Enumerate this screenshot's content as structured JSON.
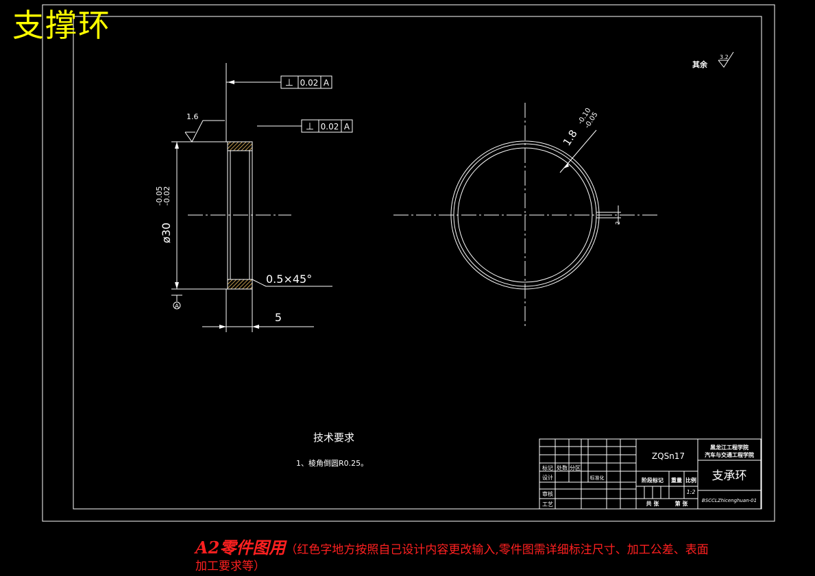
{
  "overlay": {
    "title": "支撑环"
  },
  "bottom_note": {
    "prefix": "A2零件图用",
    "text": "（红色字地方按照自己设计内容更改输入,零件图需详细标注尺寸、加工公差、表面加工要求等）"
  },
  "colors": {
    "background": "#000000",
    "line": "#ffffff",
    "title_overlay": "#ffff00",
    "note": "#ff2020",
    "hatch": "#ffcc66"
  },
  "drawing": {
    "tolerance_frame_1": {
      "symbol": "⊥",
      "value": "0.02",
      "datum": "A"
    },
    "tolerance_frame_2": {
      "symbol": "⊥",
      "value": "0.02",
      "datum": "A"
    },
    "roughness_left": "1.6",
    "diameter_dim": "ø30",
    "diameter_upper_tol": "-0.05",
    "diameter_lower_tol": "-0.02",
    "chamfer": "0.5×45°",
    "width_dim": "5",
    "datum_label": "A",
    "ring_thickness_dim": "1.8",
    "ring_thickness_tol_upper": "-0.10",
    "ring_thickness_tol_lower": "-0.05",
    "gap_dim": "2",
    "rest_surface_label": "其余",
    "rest_roughness": "3.2"
  },
  "tech_requirements": {
    "heading": "技术要求",
    "items": [
      "1、棱角倒圆R0.25。"
    ]
  },
  "title_block": {
    "material": "ZQSn17",
    "school_line1": "黑龙江工程学院",
    "school_line2": "汽车与交通工程学院",
    "part_name": "支承环",
    "drawing_no": "BSCCLZhicenghuan-01",
    "labels": {
      "revision": "标记",
      "count": "处数",
      "zone": "分区",
      "design": "设计",
      "standardize": "标准化",
      "review": "审核",
      "process": "工艺",
      "stage_mark": "阶段标记",
      "weight": "重量",
      "scale": "比例",
      "sheets_total": "共 张",
      "sheet_no": "第 张",
      "scale_value": "1:2"
    }
  }
}
